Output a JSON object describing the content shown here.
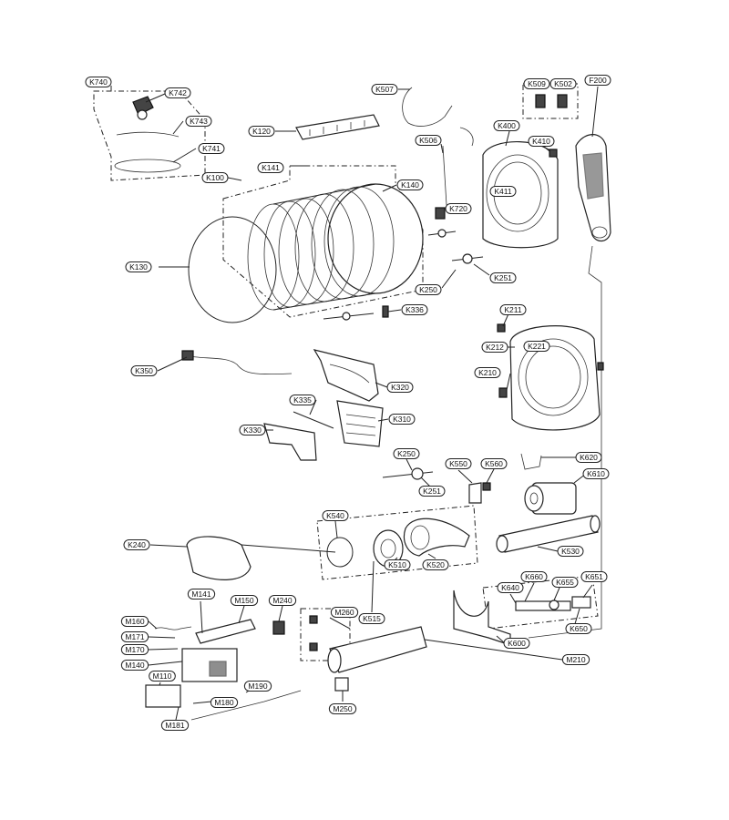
{
  "diagram": {
    "labels": [
      {
        "id": "K740",
        "text": "K740"
      },
      {
        "id": "K742",
        "text": "K742"
      },
      {
        "id": "K743",
        "text": "K743"
      },
      {
        "id": "K741",
        "text": "K741"
      },
      {
        "id": "K120",
        "text": "K120"
      },
      {
        "id": "K141",
        "text": "K141"
      },
      {
        "id": "K100",
        "text": "K100"
      },
      {
        "id": "K140",
        "text": "K140"
      },
      {
        "id": "K130",
        "text": "K130"
      },
      {
        "id": "K507",
        "text": "K507"
      },
      {
        "id": "K506",
        "text": "K506"
      },
      {
        "id": "K720",
        "text": "K720"
      },
      {
        "id": "K509",
        "text": "K509"
      },
      {
        "id": "K502",
        "text": "K502"
      },
      {
        "id": "K400",
        "text": "K400"
      },
      {
        "id": "K410",
        "text": "K410"
      },
      {
        "id": "K411",
        "text": "K411"
      },
      {
        "id": "F200",
        "text": "F200"
      },
      {
        "id": "K250a",
        "text": "K250"
      },
      {
        "id": "K251a",
        "text": "K251"
      },
      {
        "id": "K336",
        "text": "K336"
      },
      {
        "id": "K211",
        "text": "K211"
      },
      {
        "id": "K212",
        "text": "K212"
      },
      {
        "id": "K221",
        "text": "K221"
      },
      {
        "id": "K210",
        "text": "K210"
      },
      {
        "id": "K350",
        "text": "K350"
      },
      {
        "id": "K320",
        "text": "K320"
      },
      {
        "id": "K335",
        "text": "K335"
      },
      {
        "id": "K310",
        "text": "K310"
      },
      {
        "id": "K330",
        "text": "K330"
      },
      {
        "id": "K250b",
        "text": "K250"
      },
      {
        "id": "K251b",
        "text": "K251"
      },
      {
        "id": "K550",
        "text": "K550"
      },
      {
        "id": "K560",
        "text": "K560"
      },
      {
        "id": "K620",
        "text": "K620"
      },
      {
        "id": "K610",
        "text": "K610"
      },
      {
        "id": "K540",
        "text": "K540"
      },
      {
        "id": "K240",
        "text": "K240"
      },
      {
        "id": "K510",
        "text": "K510"
      },
      {
        "id": "K520",
        "text": "K520"
      },
      {
        "id": "K530",
        "text": "K530"
      },
      {
        "id": "K515",
        "text": "K515"
      },
      {
        "id": "K660",
        "text": "K660"
      },
      {
        "id": "K651",
        "text": "K651"
      },
      {
        "id": "K640",
        "text": "K640"
      },
      {
        "id": "K655",
        "text": "K655"
      },
      {
        "id": "K650",
        "text": "K650"
      },
      {
        "id": "K600",
        "text": "K600"
      },
      {
        "id": "M210",
        "text": "M210"
      },
      {
        "id": "M141",
        "text": "M141"
      },
      {
        "id": "M150",
        "text": "M150"
      },
      {
        "id": "M240",
        "text": "M240"
      },
      {
        "id": "M160",
        "text": "M160"
      },
      {
        "id": "M260",
        "text": "M260"
      },
      {
        "id": "M171",
        "text": "M171"
      },
      {
        "id": "M170",
        "text": "M170"
      },
      {
        "id": "M140",
        "text": "M140"
      },
      {
        "id": "M110",
        "text": "M110"
      },
      {
        "id": "M190",
        "text": "M190"
      },
      {
        "id": "M180",
        "text": "M180"
      },
      {
        "id": "M181",
        "text": "M181"
      },
      {
        "id": "M250",
        "text": "M250"
      }
    ]
  }
}
